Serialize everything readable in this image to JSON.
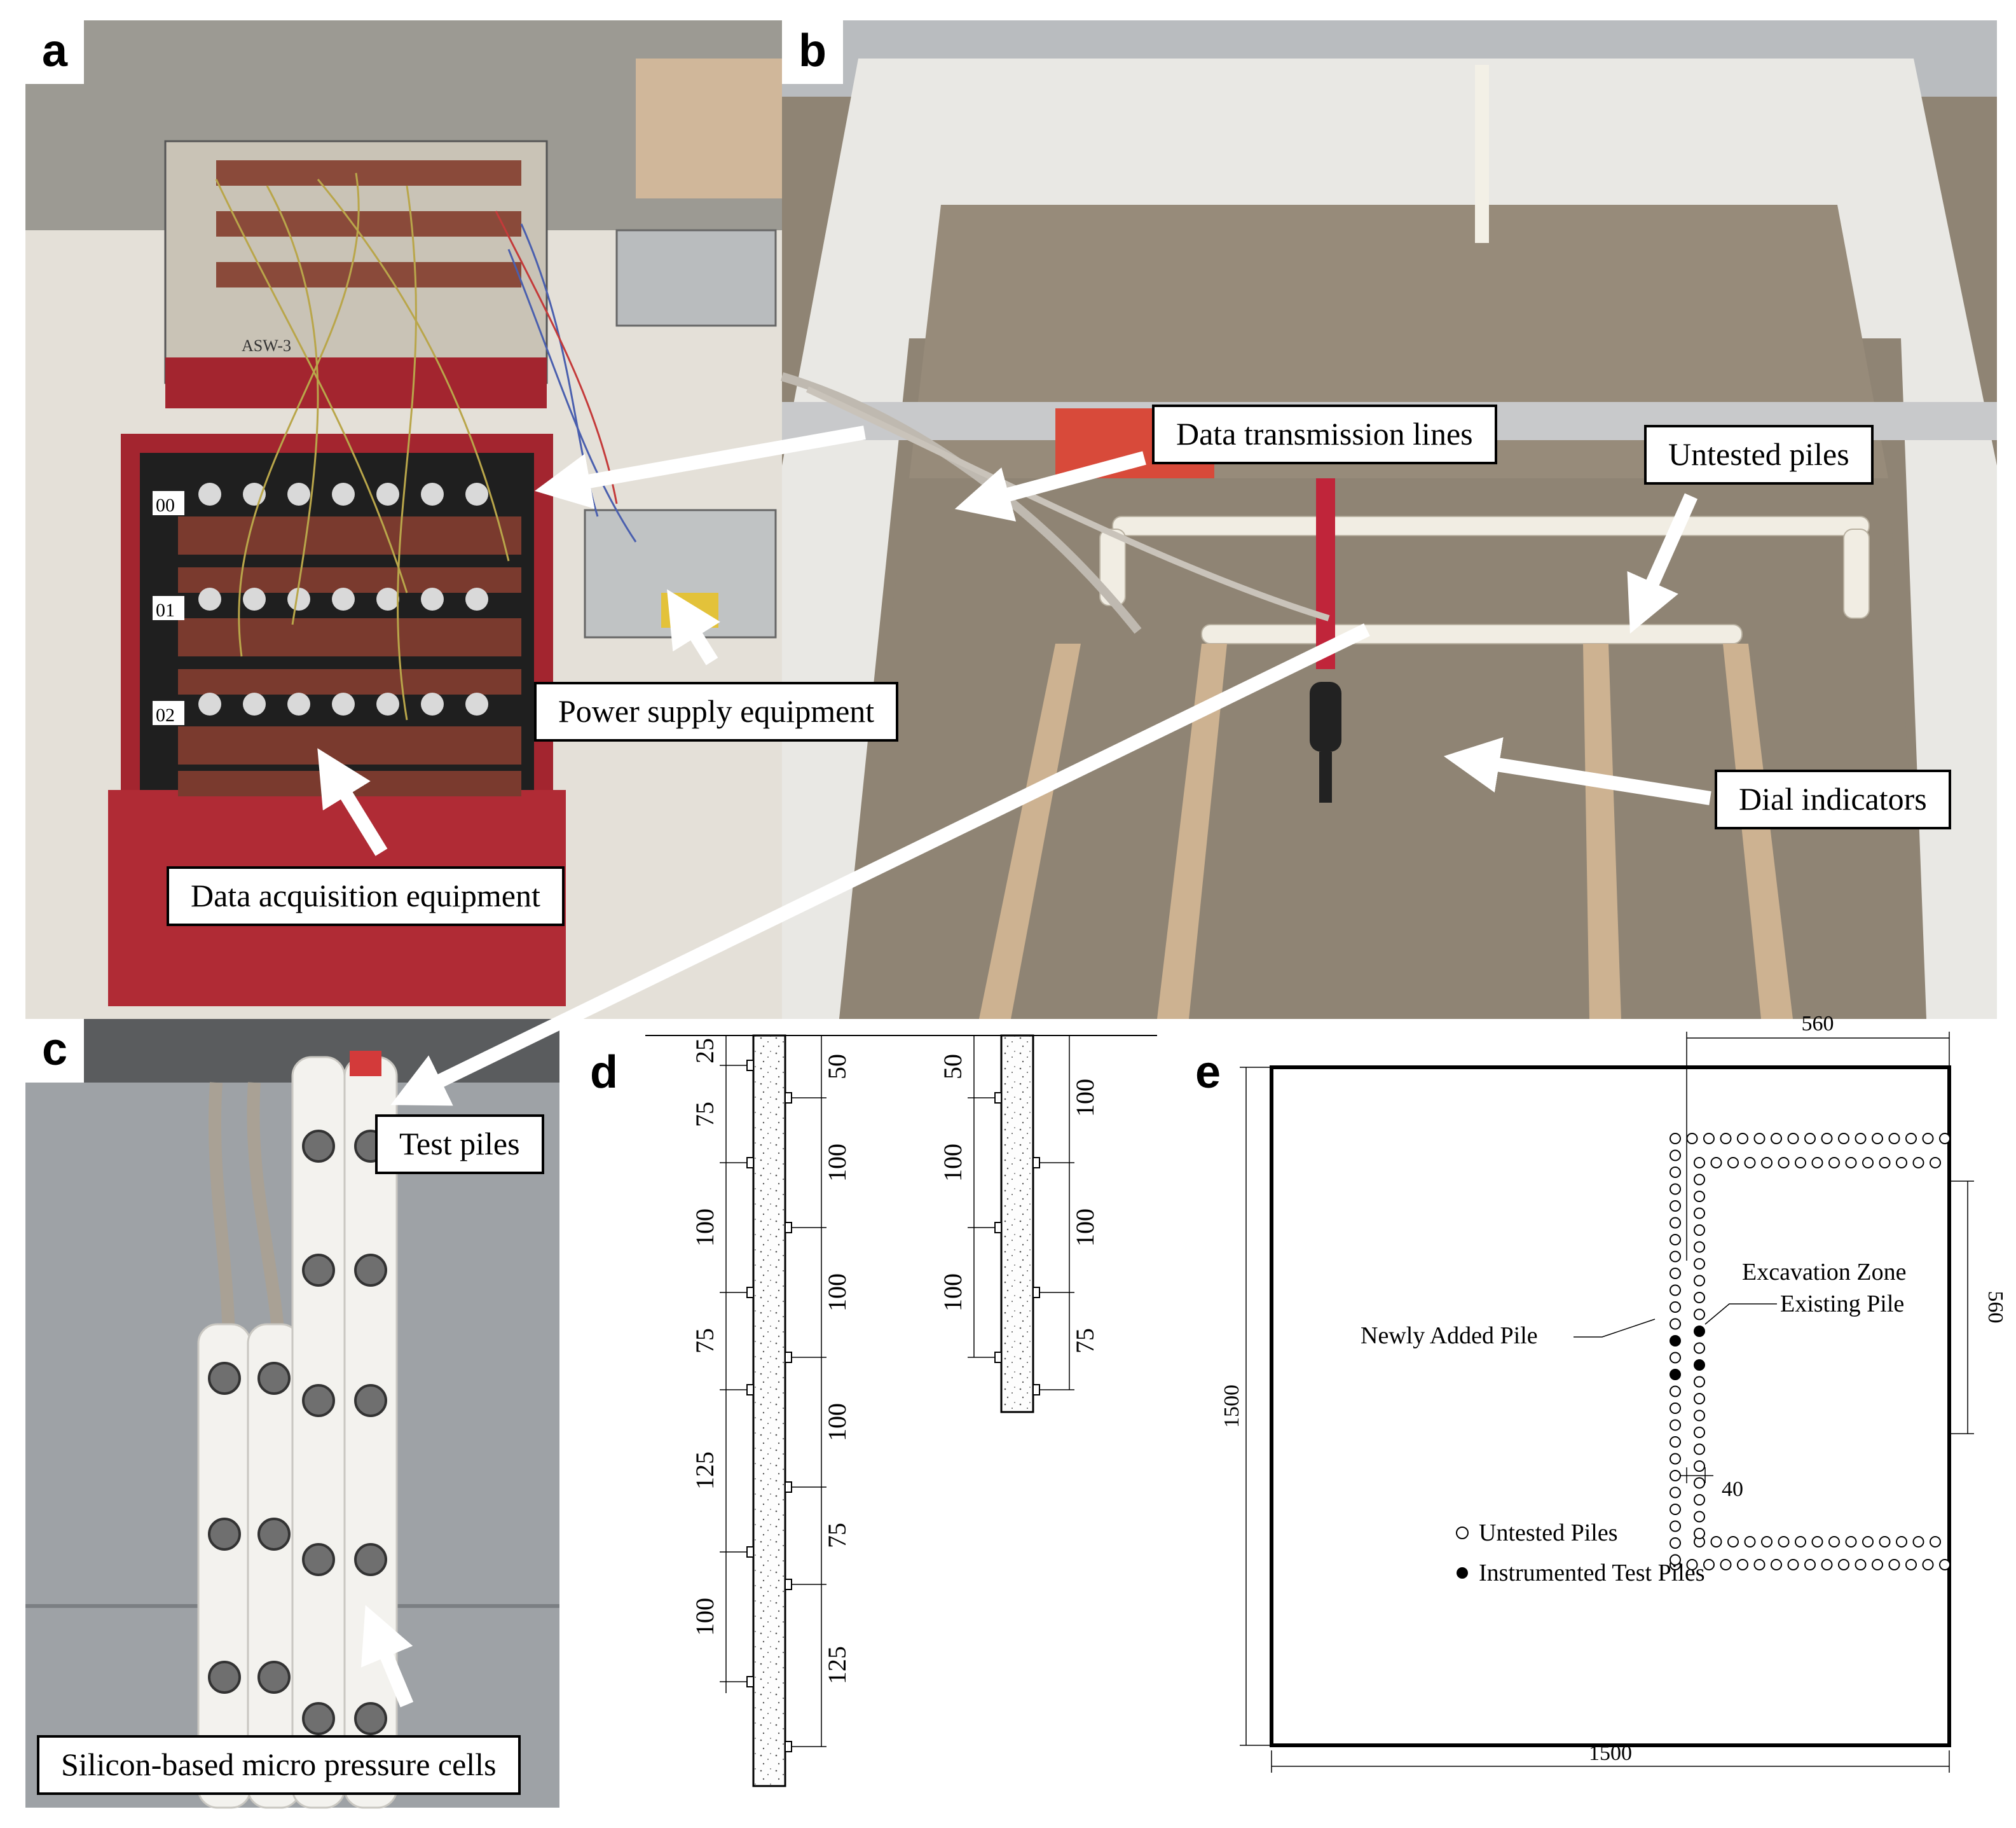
{
  "panels": {
    "a": {
      "letter": "a"
    },
    "b": {
      "letter": "b"
    },
    "c": {
      "letter": "c"
    },
    "d": {
      "letter": "d"
    },
    "e": {
      "letter": "e"
    }
  },
  "callouts": {
    "data_transmission_lines": "Data transmission lines",
    "untested_piles": "Untested piles",
    "power_supply_equipment": "Power supply equipment",
    "dial_indicators": "Dial indicators",
    "data_acquisition_equipment": "Data acquisition equipment",
    "test_piles": "Test piles",
    "silicon_cells": "Silicon-based micro pressure cells"
  },
  "device_labels": {
    "model": "ASW-3",
    "ch00": "00",
    "ch01": "01",
    "ch02": "02"
  },
  "pile_long": {
    "left_dims": [
      "25",
      "75",
      "100",
      "75",
      "125",
      "100"
    ],
    "right_dims": [
      "50",
      "100",
      "100",
      "100",
      "75",
      "125"
    ]
  },
  "pile_short": {
    "left_dims": [
      "50",
      "100",
      "100"
    ],
    "right_dims": [
      "100",
      "100",
      "75"
    ]
  },
  "plan": {
    "top_dim": "560",
    "right_dim": "560",
    "left_dim": "1500",
    "bottom_dim": "1500",
    "spacing_dim": "40",
    "excavation_zone": "Excavation Zone",
    "existing_pile": "Existing Pile",
    "newly_added_pile": "Newly Added Pile",
    "legend_untested": "Untested Piles",
    "legend_instrumented": "Instrumented Test Piles"
  },
  "colors": {
    "cabinet_red": "#a3252f",
    "sand": "#8f8474",
    "pile_white": "#efeae0",
    "wood_strip": "#cdb291"
  }
}
